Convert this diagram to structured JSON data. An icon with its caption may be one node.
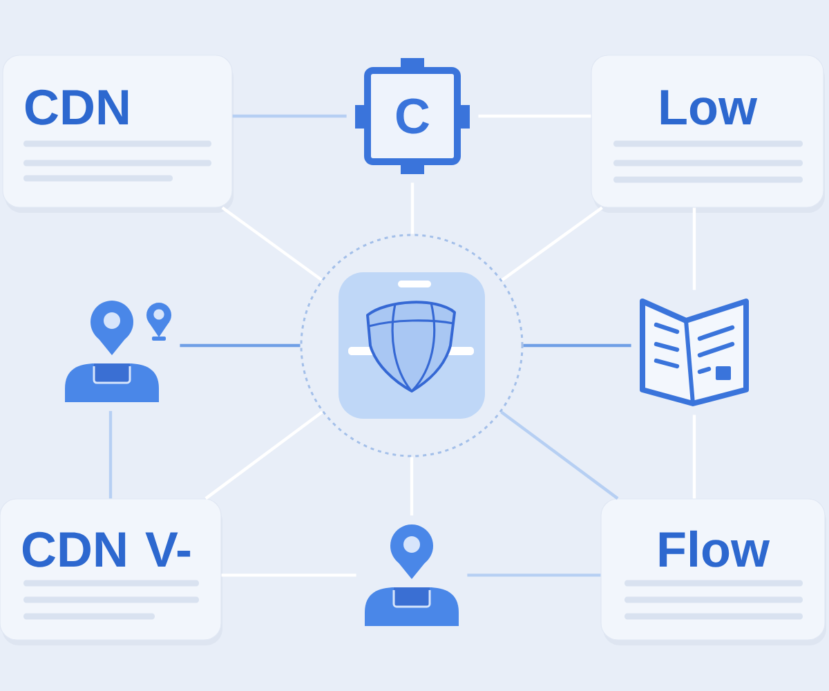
{
  "diagram": {
    "nodes": [
      {
        "text": [
          "CDN"
        ]
      },
      {
        "text": [
          "C"
        ]
      },
      {
        "text": [
          "Low"
        ]
      },
      {
        "text": [],
        "shape": "person"
      },
      {
        "text": [],
        "shape": "circle"
      },
      {
        "text": [],
        "shape": "picture"
      },
      {
        "text": [
          "CDN V-"
        ]
      },
      {
        "text": [],
        "shape": "person"
      },
      {
        "text": [
          "Flow"
        ]
      }
    ],
    "edges": [
      {
        "from": 0,
        "to": 1,
        "arrow": "none",
        "color": "#b6cff3"
      },
      {
        "from": 1,
        "to": 2,
        "arrow": "none"
      },
      {
        "from": 0,
        "to": 4,
        "arrow": "none"
      },
      {
        "from": 1,
        "to": 4,
        "arrow": "none"
      },
      {
        "from": 2,
        "to": 4,
        "arrow": "none"
      },
      {
        "from": 3,
        "to": 4,
        "arrow": "none",
        "color": "#6f9fe6"
      },
      {
        "from": 4,
        "to": 5,
        "arrow": "none",
        "color": "#6f9fe6"
      },
      {
        "from": 2,
        "to": 5,
        "arrow": "none"
      },
      {
        "from": 3,
        "to": 6,
        "arrow": "none",
        "color": "#b6cff3"
      },
      {
        "from": 4,
        "to": 6,
        "arrow": "none"
      },
      {
        "from": 4,
        "to": 7,
        "arrow": "none"
      },
      {
        "from": 4,
        "to": 8,
        "arrow": "none",
        "color": "#b6cff3"
      },
      {
        "from": 5,
        "to": 8,
        "arrow": "none"
      },
      {
        "from": 6,
        "to": 7,
        "arrow": "none"
      },
      {
        "from": 7,
        "to": 8,
        "arrow": "none",
        "color": "#b6cff3"
      }
    ]
  }
}
